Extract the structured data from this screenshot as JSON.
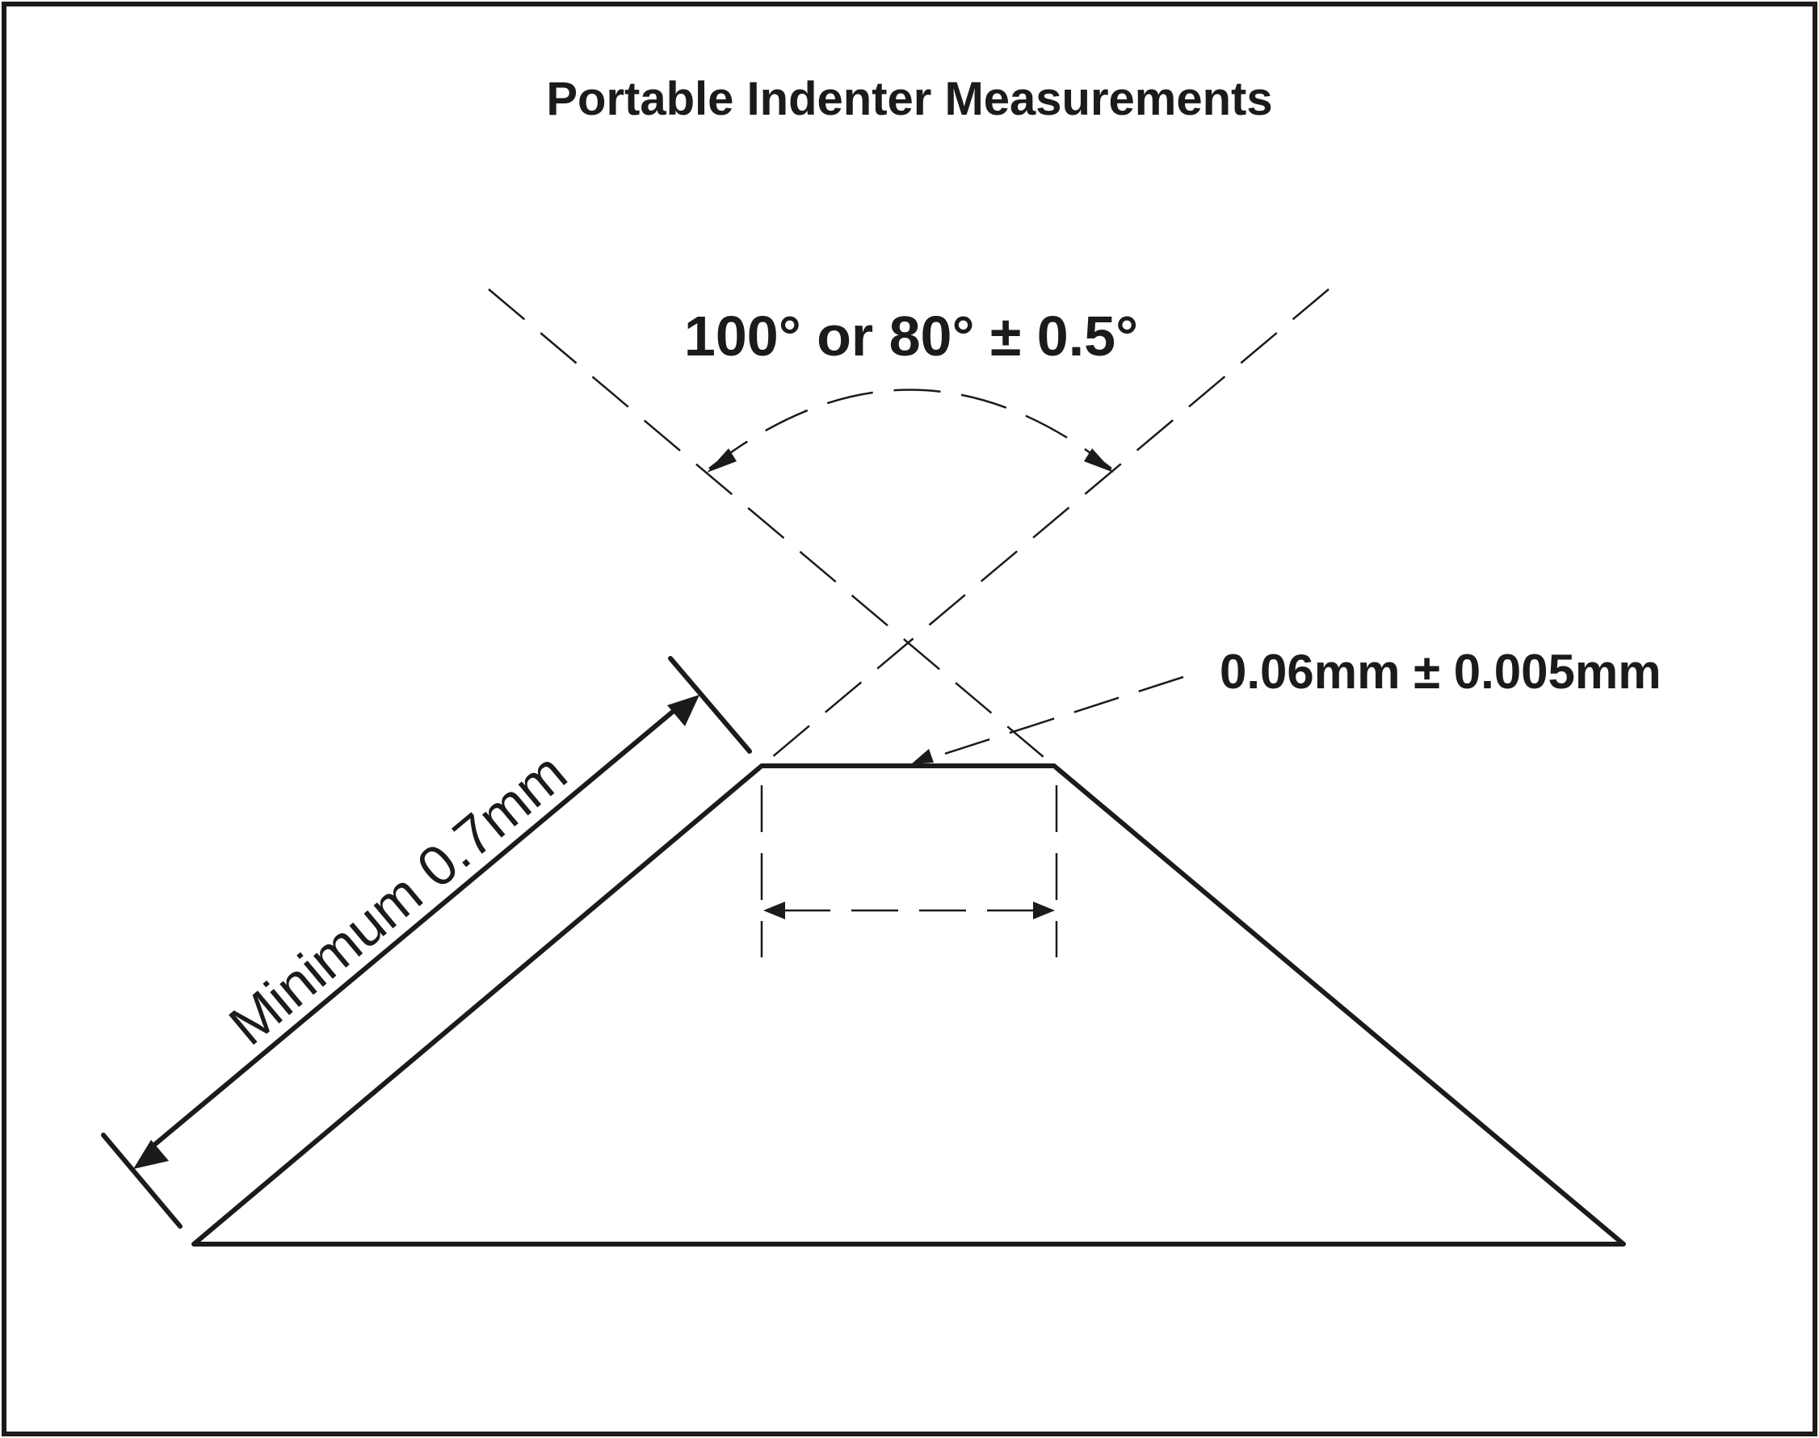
{
  "title": "Portable Indenter Measurements",
  "angle_label": "100° or 80° ± 0.5°",
  "flat_label": "0.06mm ± 0.005mm",
  "length_label": "Minimum 0.7mm",
  "colors": {
    "ink": "#1c1a1a",
    "background": "#ffffff"
  }
}
